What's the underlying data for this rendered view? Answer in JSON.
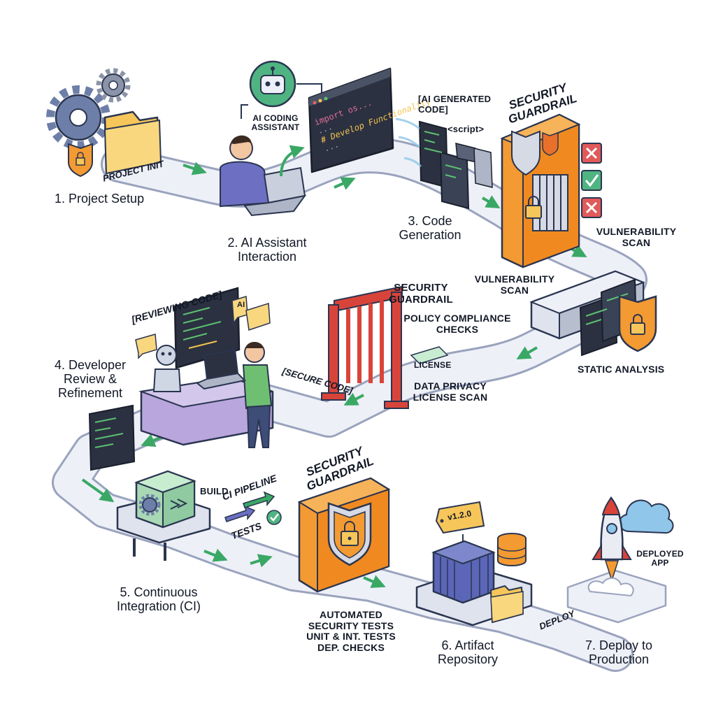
{
  "steps": {
    "s1": "1. Project Setup",
    "s2_line1": "2. AI Assistant",
    "s2_line2": "Interaction",
    "s3_line1": "3. Code",
    "s3_line2": "Generation",
    "s4_line1": "4. Developer",
    "s4_line2": "Review &",
    "s4_line3": "Refinement",
    "s5_line1": "5. Continuous",
    "s5_line2": "Integration (CI)",
    "s6_line1": "6. Artifact",
    "s6_line2": "Repository",
    "s7_line1": "7. Deploy to",
    "s7_line2": "Production"
  },
  "labels": {
    "project_init": "PROJECT INIT",
    "ai_coding_line1": "AI CODING",
    "ai_coding_line2": "ASSISTANT",
    "ai_generated_line1": "[AI GENERATED",
    "ai_generated_line2": "CODE]",
    "script_tag": "<script>",
    "code_line1": "import os...",
    "code_line2": "...",
    "code_line3": "# Develop Functionality",
    "code_line4": "...",
    "guardrail_1_line1": "SECURITY",
    "guardrail_1_line2": "GUARDRAIL",
    "vuln_scan_right_line1": "VULNERABILITY",
    "vuln_scan_right_line2": "SCAN",
    "vuln_scan_mid_line1": "VULNERABILITY",
    "vuln_scan_mid_line2": "SCAN",
    "static_analysis": "STATIC ANALYSIS",
    "guardrail_2_line1": "SECURITY",
    "guardrail_2_line2": "GUARDRAIL",
    "policy_line1": "POLICY COMPLIANCE",
    "policy_line2": "CHECKS",
    "license": "LICENSE",
    "data_privacy_line1": "DATA PRIVACY",
    "data_privacy_line2": "LICENSE SCAN",
    "secure_code": "[SECURE CODE]",
    "reviewing_code": "[REVIEWING CODE]",
    "ai_badge": "AI",
    "build": "BUILD",
    "ci_pipeline": "CI PIPELINE",
    "tests": "TESTS",
    "guardrail_3_line1": "SECURITY",
    "guardrail_3_line2": "GUARDRAIL",
    "auto_line1": "AUTOMATED",
    "auto_line2": "SECURITY TESTS",
    "auto_line3": "UNIT & INT. TESTS",
    "auto_line4": "DEP. CHECKS",
    "version_tag": "v1.2.0",
    "deploy": "DEPLOY",
    "deployed_line1": "DEPLOYED",
    "deployed_line2": "APP"
  },
  "colors": {
    "path_fill": "#eef0f8",
    "path_edge": "#9aa3bd",
    "arrow_green": "#3aa865",
    "guardrail_orange": "#f39a32",
    "gate_red": "#d9443a",
    "code_dark": "#2b3140",
    "folder_yellow": "#f6c65a",
    "purple_desk": "#b9a6dc",
    "dev_shirt_blue": "#6c6fc2",
    "dev_shirt_green": "#6fbf73",
    "cloud_blue": "#8fc6ea"
  },
  "icons": [
    "gear-icon",
    "folder-icon",
    "shield-lock-icon",
    "robot-icon",
    "laptop-icon",
    "padlock-icon",
    "x-mark-icon",
    "check-mark-icon",
    "gate-icon",
    "server-icon",
    "cube-gear-icon",
    "container-icon",
    "database-icon",
    "rocket-icon",
    "cloud-icon"
  ]
}
